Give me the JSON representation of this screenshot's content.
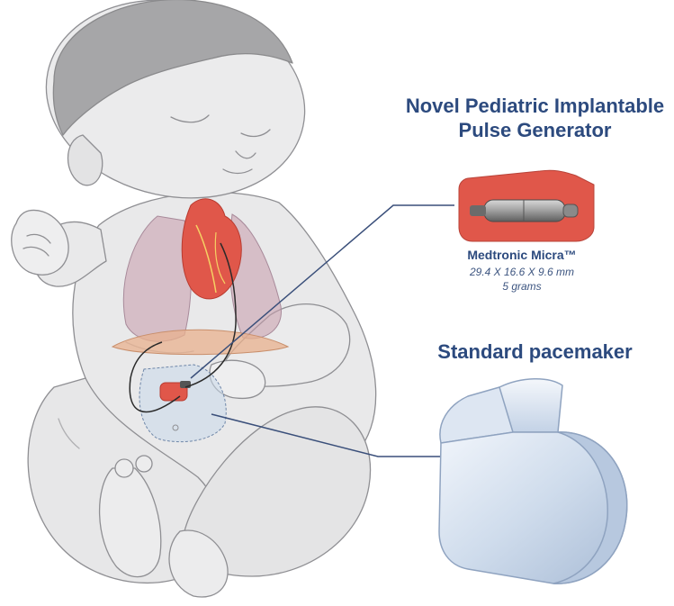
{
  "novel_device": {
    "title_line1": "Novel Pediatric Implantable",
    "title_line2": "Pulse Generator",
    "model_name": "Medtronic Micra™",
    "dimensions": "29.4 X 16.6 X 9.6 mm",
    "weight": "5 grams"
  },
  "standard_device": {
    "title": "Standard pacemaker"
  },
  "colors": {
    "title_text": "#2c4a7e",
    "device_red": "#e0574a",
    "skin_gray": "#e9e9ea",
    "outline": "#8f8f93",
    "callout_line": "#3a4f7a",
    "pacemaker_blue": "#c9d7ea"
  }
}
